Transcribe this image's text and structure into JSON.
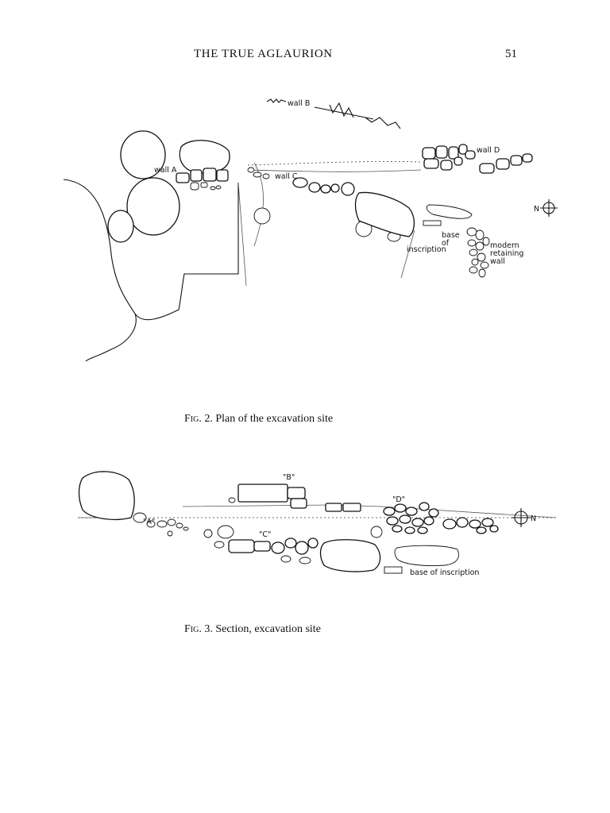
{
  "header": {
    "running_title": "THE TRUE AGLAURION",
    "page_number": "51"
  },
  "figure2": {
    "caption_label": "Fig.",
    "caption_text": "2. Plan of the excavation site",
    "labels": {
      "wall_b": "wall B",
      "wall_a": "wall A",
      "wall_c": "wall C",
      "wall_d": "wall D",
      "base": "base",
      "of": "of",
      "inscription": "inscription",
      "modern": "modern",
      "retaining": "retaining",
      "wall": "wall",
      "north": "N"
    }
  },
  "figure3": {
    "caption_label": "Fig.",
    "caption_text": "3. Section, excavation site",
    "labels": {
      "a": "\"A\"",
      "b": "\"B\"",
      "c": "\"C\"",
      "d": "\"D\"",
      "base_of_inscription": "base of inscription",
      "north": "N"
    }
  }
}
